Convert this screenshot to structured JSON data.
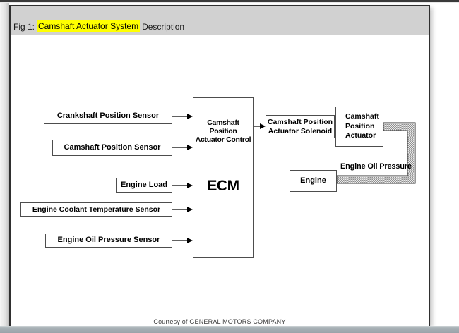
{
  "titlebar": {
    "prefix": "Fig 1:",
    "highlighted": "Camshaft Actuator System",
    "suffix": "Description"
  },
  "diagram": {
    "sensors": [
      {
        "label": "Crankshaft Position Sensor"
      },
      {
        "label": "Camshaft Position Sensor"
      },
      {
        "label": "Engine Load"
      },
      {
        "label": "Engine Coolant Temperature Sensor"
      },
      {
        "label": "Engine Oil Pressure Sensor"
      }
    ],
    "ecm": {
      "control_line1": "Camshaft Position",
      "control_line2": "Actuator Control",
      "name": "ECM"
    },
    "solenoid": {
      "line1": "Camshaft Position",
      "line2": "Actuator Solenoid"
    },
    "actuator": {
      "line1": "Camshaft",
      "line2": "Position",
      "line3": "Actuator"
    },
    "engine": {
      "label": "Engine"
    },
    "pipe_label": "Engine Oil Pressure"
  },
  "footer": {
    "courtesy": "Courtesy of GENERAL MOTORS COMPANY"
  },
  "colors": {
    "highlight": "#ffff00",
    "titlebar_bg": "#d1d1d1",
    "window_border": "#2f2f2f",
    "bottom_bar": "#a8b1b6",
    "box_border": "#4d4d4d"
  }
}
